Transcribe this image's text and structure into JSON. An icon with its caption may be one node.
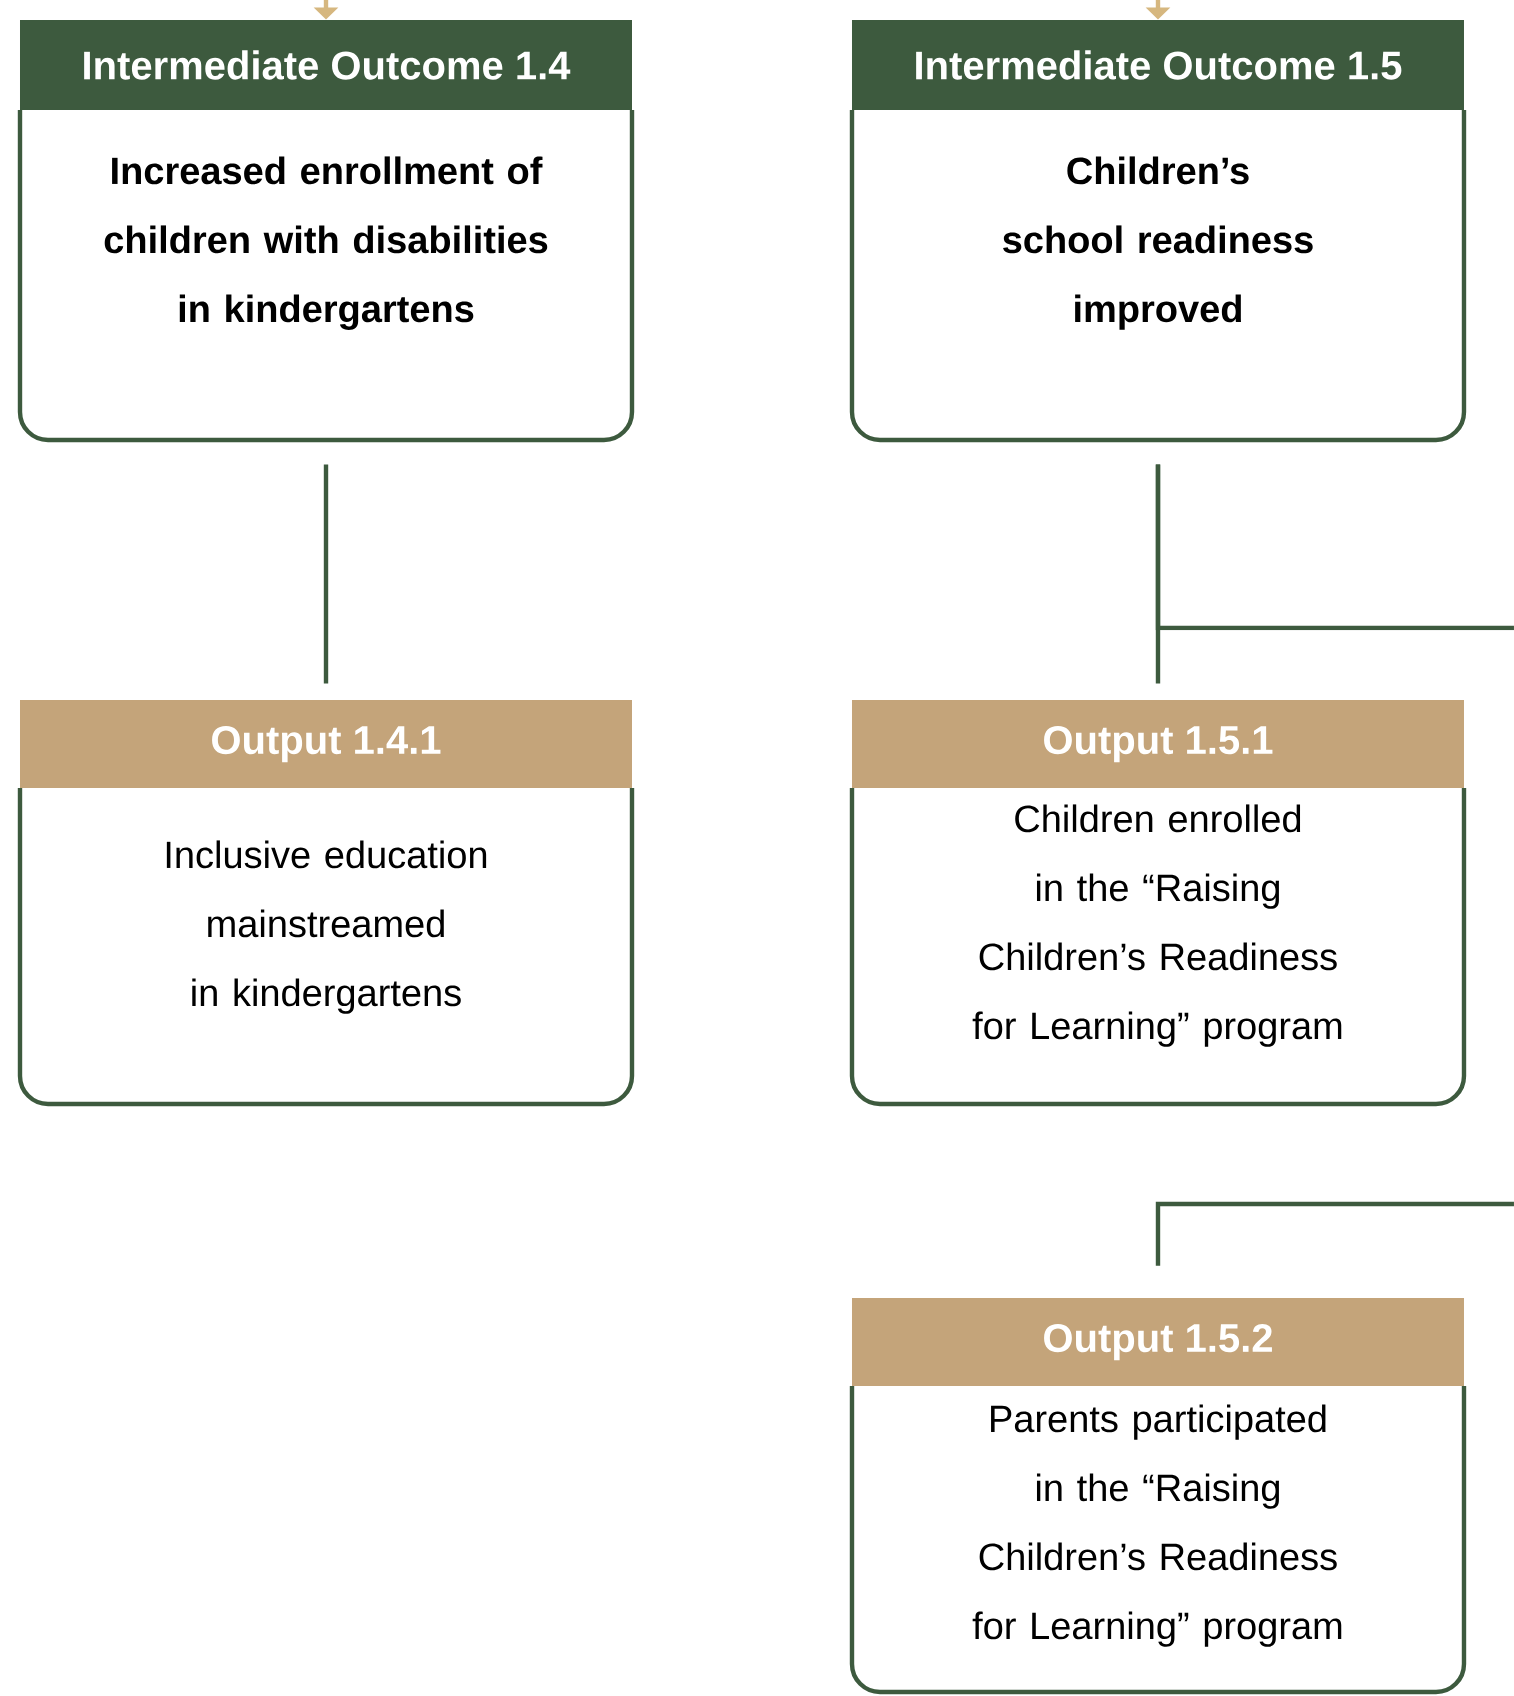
{
  "diagram": {
    "nodes": [
      {
        "text": [
          "Intermediate Outcome 1.4",
          "Increased enrollment of children with disabilities in kindergartens"
        ]
      },
      {
        "text": [
          "Intermediate Outcome 1.5",
          "Children’s school readiness improved"
        ]
      },
      {
        "text": [
          "Output 1.4.1",
          "Inclusive education mainstreamed in kindergartens"
        ]
      },
      {
        "text": [
          "Output 1.5.1",
          "Children enrolled in the “Raising Children’s Readiness for Learning” program"
        ]
      },
      {
        "text": [
          "Output 1.5.2",
          "Parents participated in the “Raising Children’s Readiness for Learning” program"
        ]
      }
    ],
    "edges": [
      {
        "from": null,
        "to": 0,
        "arrow": "to",
        "color": "#d6b77f"
      },
      {
        "from": null,
        "to": 1,
        "arrow": "to",
        "color": "#d6b77f"
      },
      {
        "from": 0,
        "to": 2,
        "arrow": "none"
      },
      {
        "from": 1,
        "to": 3,
        "arrow": "none"
      },
      {
        "from": 1,
        "to": null,
        "arrow": "none"
      },
      {
        "from": null,
        "to": 4,
        "arrow": "none"
      }
    ]
  }
}
